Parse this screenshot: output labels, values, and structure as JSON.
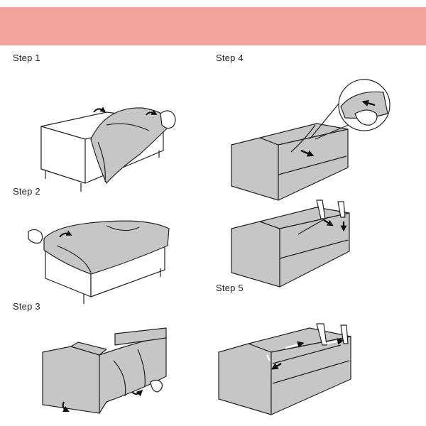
{
  "colors": {
    "banner": "#f2a39c",
    "cover": "#c6c6c6",
    "cover_dark": "#a9a9a9",
    "sofa": "#ffffff",
    "outline": "#222222",
    "arrow": "#111111"
  },
  "steps": {
    "s1": "Step 1",
    "s2": "Step 2",
    "s3": "Step 3",
    "s4": "Step 4",
    "s5": "Step 5"
  },
  "icons": [
    "hand-icon",
    "arrow-icon",
    "magnifier-inset"
  ]
}
